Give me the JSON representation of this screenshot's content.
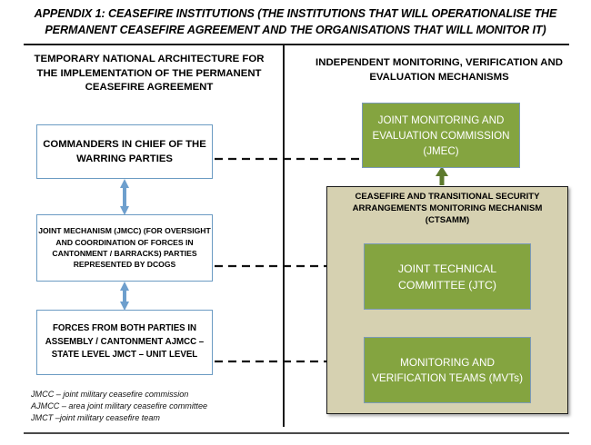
{
  "title": "APPENDIX 1: CEASEFIRE INSTITUTIONS (THE INSTITUTIONS THAT WILL OPERATIONALISE THE PERMANENT CEASEFIRE AGREEMENT AND THE ORGANISATIONS THAT WILL MONITOR IT)",
  "columns": {
    "left": {
      "heading": "TEMPORARY NATIONAL ARCHITECTURE FOR THE IMPLEMENTATION OF THE PERMANENT CEASEFIRE AGREEMENT",
      "boxes": [
        {
          "id": "commanders",
          "label": "COMMANDERS IN CHIEF OF THE WARRING PARTIES"
        },
        {
          "id": "jmcc",
          "label": "JOINT MECHANISM (JMCC) (FOR OVERSIGHT AND COORDINATION OF FORCES IN CANTONMENT / BARRACKS) PARTIES REPRESENTED BY DCOGS"
        },
        {
          "id": "forces",
          "label": "FORCES FROM BOTH PARTIES IN ASSEMBLY / CANTONMENT AJMCC – STATE LEVEL JMCT – UNIT LEVEL"
        }
      ],
      "legend": [
        "JMCC – joint military ceasefire commission",
        "AJMCC – area joint military ceasefire committee",
        "JMCT –joint military ceasefire team"
      ]
    },
    "right": {
      "heading": "INDEPENDENT MONITORING, VERIFICATION AND EVALUATION MECHANISMS",
      "jmec": "JOINT MONITORING AND EVALUATION COMMISSION (JMEC)",
      "ctsamm_title": "CEASEFIRE AND TRANSITIONAL SECURITY ARRANGEMENTS MONITORING MECHANISM (CTSAMM)",
      "jtc": "JOINT TECHNICAL COMMITTEE (JTC)",
      "mvts": "MONITORING AND VERIFICATION TEAMS (MVTs)"
    }
  },
  "colors": {
    "green_box": "#84a440",
    "green_border": "#7b9ab8",
    "panel_tan": "#d6d1b1",
    "panel_border": "#1a1a1a",
    "blue_border": "#6b9bc3",
    "blue_arrow": "#6e9fcd",
    "green_arrow": "#5d7a2e",
    "dashed_line": "#111111",
    "divider": "#1a1a1a"
  }
}
